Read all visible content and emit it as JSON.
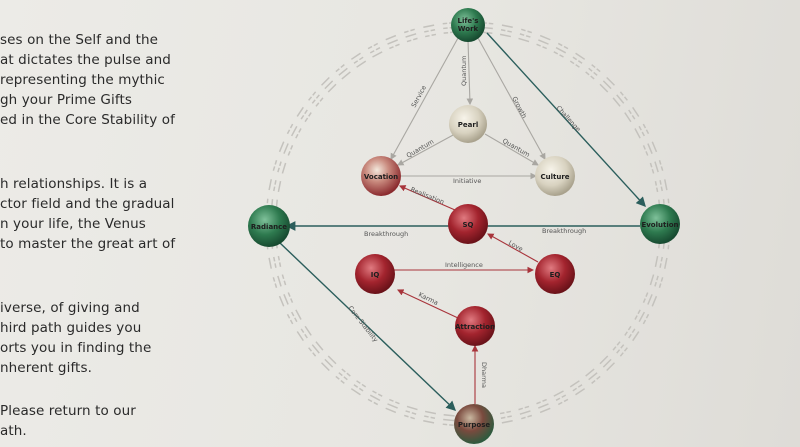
{
  "text_lines": [
    "ses on the Self and the",
    "at dictates the pulse and",
    "representing the mythic",
    "gh your Prime Gifts",
    "ed in the Core Stability of",
    "h relationships. It is a",
    "ctor field and the gradual",
    "n your life, the Venus",
    "to master the great art of",
    "iverse, of giving and",
    "hird path guides you",
    "orts you in finding the",
    "nherent gifts.",
    "Please return to our",
    "ath."
  ],
  "nodes": {
    "lifes_work": {
      "label_1": "Life's",
      "label_2": "Work"
    },
    "pearl": "Pearl",
    "vocation": "Vocation",
    "culture": "Culture",
    "radiance": "Radiance",
    "sq": "SQ",
    "evolution": "Evolution",
    "iq": "IQ",
    "eq": "EQ",
    "attraction": "Attraction",
    "purpose": "Purpose"
  },
  "edges": {
    "service": "Service",
    "quantum_top": "Quantum",
    "growth": "Growth",
    "quantum_left": "Quantum",
    "quantum_right": "Quantum",
    "initiative": "Initiative",
    "challenge": "Challenge",
    "realisation": "Realisation",
    "breakthrough_left": "Breakthrough",
    "breakthrough_right": "Breakthrough",
    "love": "Love",
    "intelligence": "Intelligence",
    "karma": "Karma",
    "dharma": "Dharma",
    "core_stability": "Core Stability"
  },
  "colors": {
    "green_node": "#2e7a4f",
    "cream_node": "#d8d2c0",
    "red_node": "#a3242e",
    "teal_line": "#2b5e5c",
    "red_line": "#a8343b",
    "ring": "#c4c2bd"
  },
  "ring_glyph_icon": "hexagram-icon"
}
